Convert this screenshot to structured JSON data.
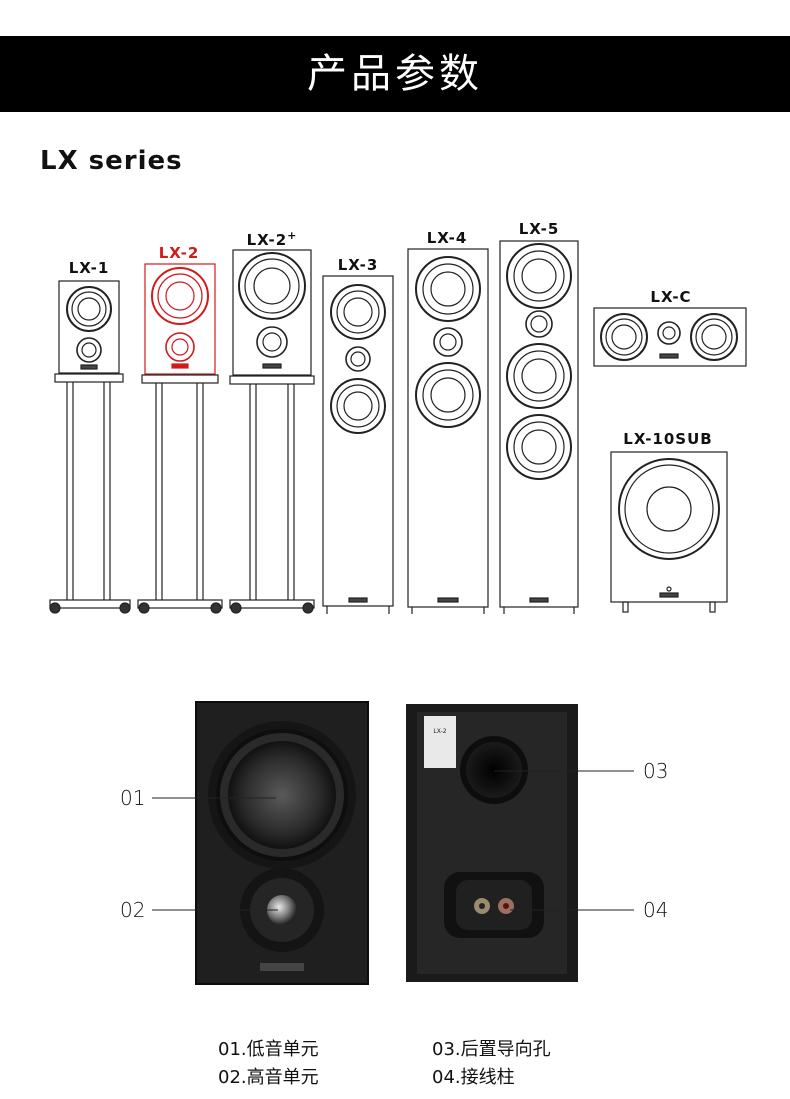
{
  "banner": {
    "title": "产品参数"
  },
  "series": {
    "title": "LX series"
  },
  "models": [
    {
      "id": "lx1",
      "label": "LX-1",
      "active": false
    },
    {
      "id": "lx2",
      "label": "LX-2",
      "active": true
    },
    {
      "id": "lx2plus",
      "label": "LX-2",
      "sup": "+",
      "active": false
    },
    {
      "id": "lx3",
      "label": "LX-3",
      "active": false
    },
    {
      "id": "lx4",
      "label": "LX-4",
      "active": false
    },
    {
      "id": "lx5",
      "label": "LX-5",
      "active": false
    },
    {
      "id": "lxc",
      "label": "LX-C",
      "active": false
    },
    {
      "id": "lx10sub",
      "label": "LX-10SUB",
      "active": false
    }
  ],
  "back_panel": {
    "model_plate": "LX-2"
  },
  "callouts": [
    {
      "num": "01"
    },
    {
      "num": "02"
    },
    {
      "num": "03"
    },
    {
      "num": "04"
    }
  ],
  "legend": {
    "left": [
      "01.低音单元",
      "02.高音单元"
    ],
    "right": [
      "03.后置导向孔",
      "04.接线柱"
    ]
  },
  "colors": {
    "active": "#d11a1a",
    "banner": "#000000",
    "cabinet": "#1c1c1c"
  }
}
